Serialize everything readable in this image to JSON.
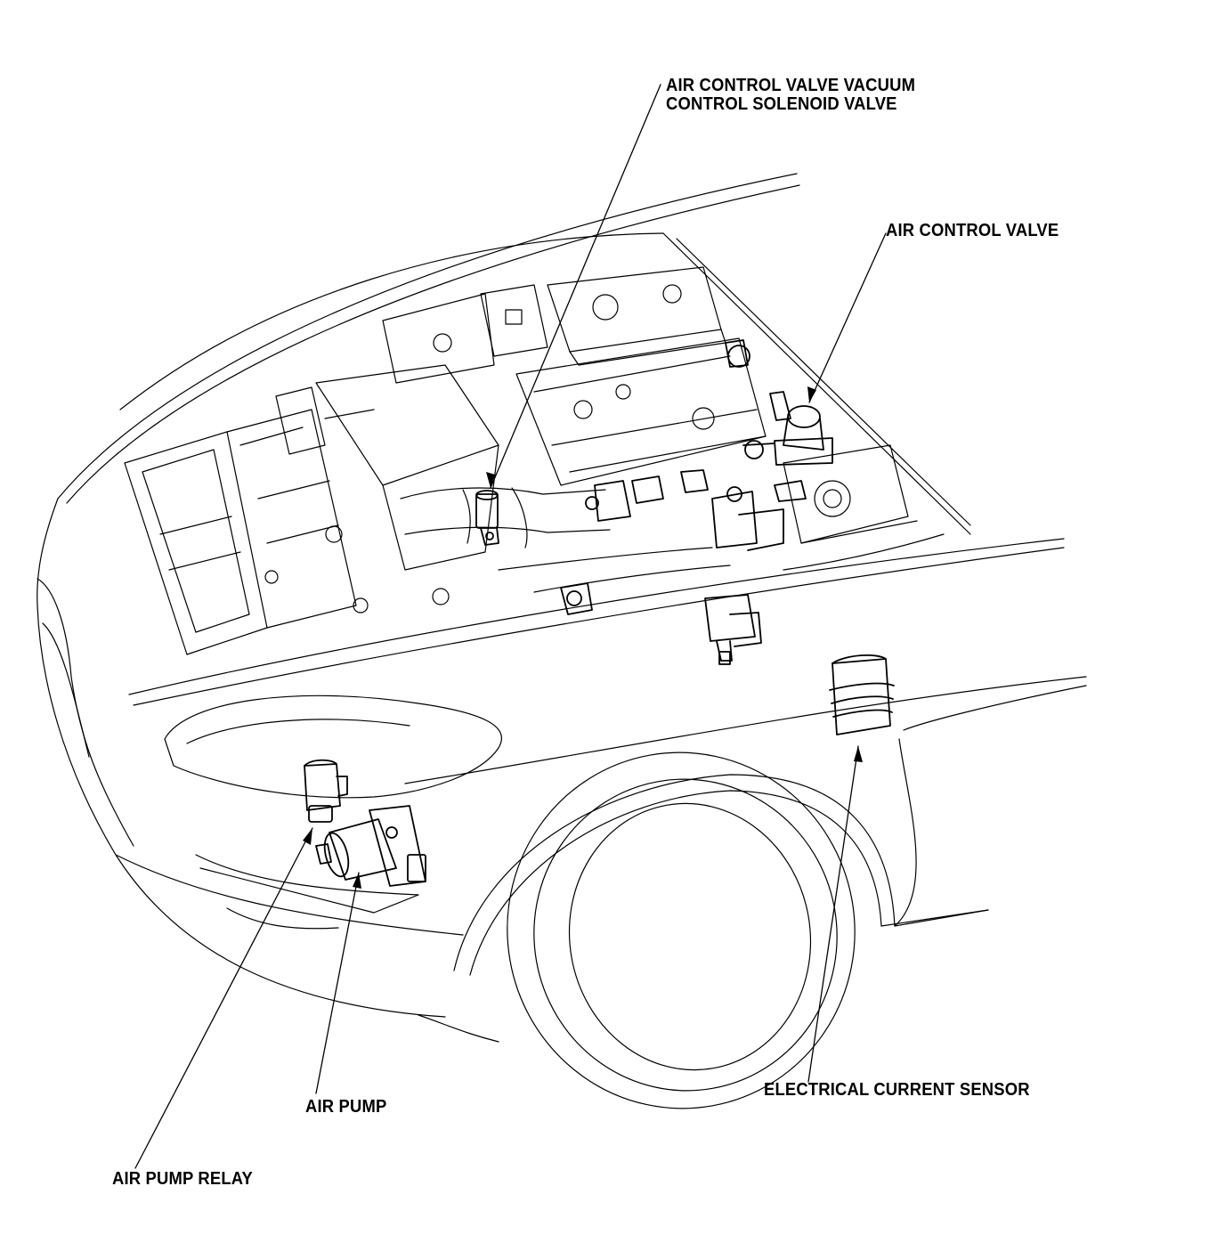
{
  "labels": {
    "acv_vacuum_solenoid_line1": "AIR CONTROL VALVE VACUUM",
    "acv_vacuum_solenoid_line2": "CONTROL SOLENOID VALVE",
    "air_control_valve": "AIR CONTROL VALVE",
    "electrical_current_sensor": "ELECTRICAL CURRENT SENSOR",
    "air_pump": "AIR PUMP",
    "air_pump_relay": "AIR PUMP RELAY"
  },
  "colors": {
    "line": "#000000",
    "background": "#ffffff"
  }
}
